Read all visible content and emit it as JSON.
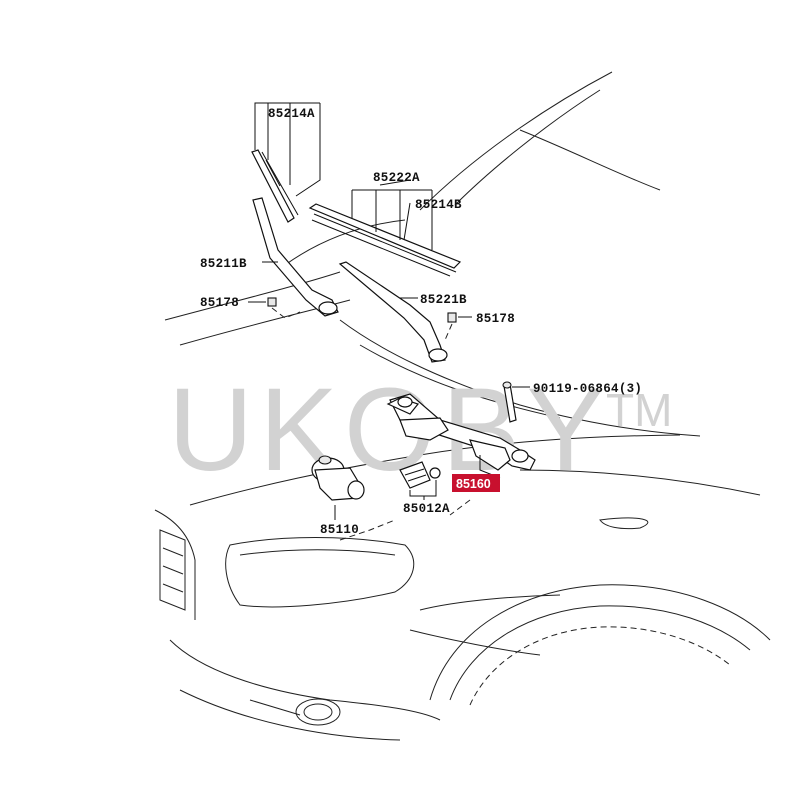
{
  "watermark": {
    "text": "UKOBY",
    "tm": "TM"
  },
  "callouts": {
    "p85214A": "85214A",
    "p85222A": "85222A",
    "p85214B": "85214B",
    "p85211B": "85211B",
    "p85178_left": "85178",
    "p85221B": "85221B",
    "p85178_right": "85178",
    "p90119": "90119-06864(3)",
    "p85160": "85160",
    "p85110": "85110",
    "p85012A": "85012A"
  },
  "colors": {
    "highlight": "#c8102e",
    "watermark": "#d2d2d2",
    "line": "#111111"
  }
}
